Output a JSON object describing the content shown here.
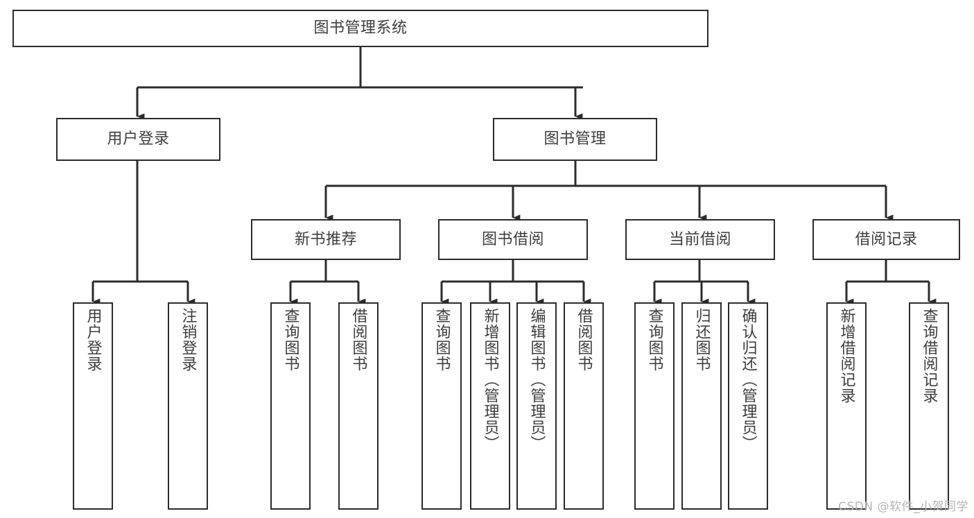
{
  "diagram": {
    "title": "图书管理系统",
    "type": "tree-hierarchy-chart",
    "watermark": "CSDN @软件_小贺同学",
    "colors": {
      "border": "#2b2b2b",
      "background": "#ffffff",
      "text": "#3d3d3d",
      "connector": "#2b2b2b",
      "watermark": "#b4b4b4"
    },
    "root": {
      "label": "图书管理系统"
    },
    "level2": [
      {
        "label": "用户登录"
      },
      {
        "label": "图书管理"
      }
    ],
    "level3": [
      {
        "label": "新书推荐"
      },
      {
        "label": "图书借阅"
      },
      {
        "label": "当前借阅"
      },
      {
        "label": "借阅记录"
      }
    ],
    "leaves": {
      "user_login": [
        {
          "label": "用户登录"
        },
        {
          "label": "注销登录"
        }
      ],
      "new_book_recommend": [
        {
          "label": "查询图书"
        },
        {
          "label": "借阅图书"
        }
      ],
      "book_borrow": [
        {
          "label": "查询图书"
        },
        {
          "label": "新增图书（管理员）"
        },
        {
          "label": "编辑图书（管理员）"
        },
        {
          "label": "借阅图书"
        }
      ],
      "current_borrow": [
        {
          "label": "查询图书"
        },
        {
          "label": "归还图书"
        },
        {
          "label": "确认归还（管理员）"
        }
      ],
      "borrow_record": [
        {
          "label": "新增借阅记录"
        },
        {
          "label": "查询借阅记录"
        }
      ]
    }
  }
}
